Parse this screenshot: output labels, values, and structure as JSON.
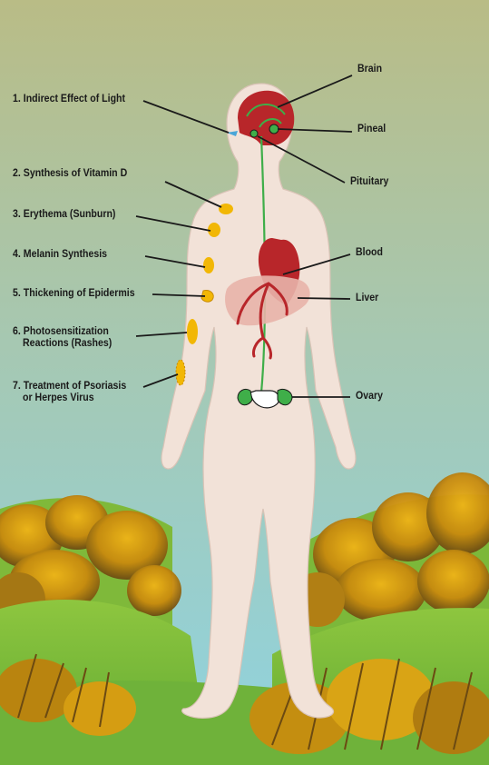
{
  "left_labels": {
    "light": "1. Indirect Effect of Light",
    "vitamin_d": "2. Synthesis of Vitamin D",
    "erythema": "3. Erythema (Sunburn)",
    "melanin": "4. Melanin Synthesis",
    "epidermis": "5. Thickening of Epidermis",
    "photosensitization": [
      "6. Photosensitization",
      "Reactions (Rashes)"
    ],
    "treatment": [
      "7. Treatment of Psoriasis",
      "or Herpes Virus"
    ]
  },
  "right_labels": {
    "brain": "Brain",
    "pineal": "Pineal",
    "pituitary": "Pituitary",
    "blood": "Blood",
    "liver": "Liver",
    "ovary": "Ovary"
  },
  "colors": {
    "organ_red": "#b8262a",
    "nerve_green": "#3fae49",
    "skin": "#f2e2d8",
    "sun_spot": "#f2b705",
    "sky_top": "#b9bc86",
    "sky_bottom": "#8fd3e0"
  }
}
